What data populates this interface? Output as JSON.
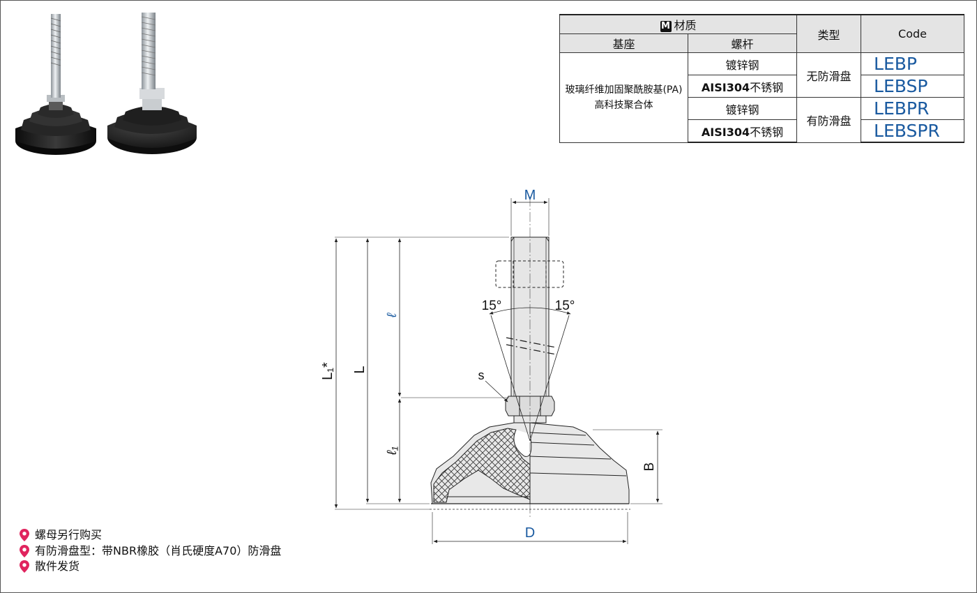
{
  "table": {
    "material_label": "材质",
    "material_badge": "M",
    "col_base": "基座",
    "col_screw": "螺杆",
    "col_type": "类型",
    "col_code": "Code",
    "base_line1": "玻璃纤维加固聚酰胺基(PA)",
    "base_line2": "高科技聚合体",
    "rows": [
      {
        "screw": "镀锌钢",
        "code": "LEBP"
      },
      {
        "screw_bold": "AISI304",
        "screw_rest": "不锈钢",
        "code": "LEBSP"
      },
      {
        "screw": "镀锌钢",
        "code": "LEBPR"
      },
      {
        "screw_bold": "AISI304",
        "screw_rest": "不锈钢",
        "code": "LEBSPR"
      }
    ],
    "type_no_pad": "无防滑盘",
    "type_with_pad": "有防滑盘"
  },
  "drawing": {
    "label_M": "M",
    "label_L1star": "L₁*",
    "label_L": "L",
    "label_l": "ℓ",
    "label_l1": "ℓ₁",
    "label_s": "s",
    "label_B": "B",
    "label_D": "D",
    "angle_left": "15°",
    "angle_right": "15°"
  },
  "notes": [
    "螺母另行购买",
    "有防滑盘型：带NBR橡胶（肖氏硬度A70）防滑盘",
    "散件发货"
  ],
  "colors": {
    "accent_blue": "#1a5aa0",
    "pin_red": "#e0245e",
    "header_gray": "#e4e4e4"
  }
}
